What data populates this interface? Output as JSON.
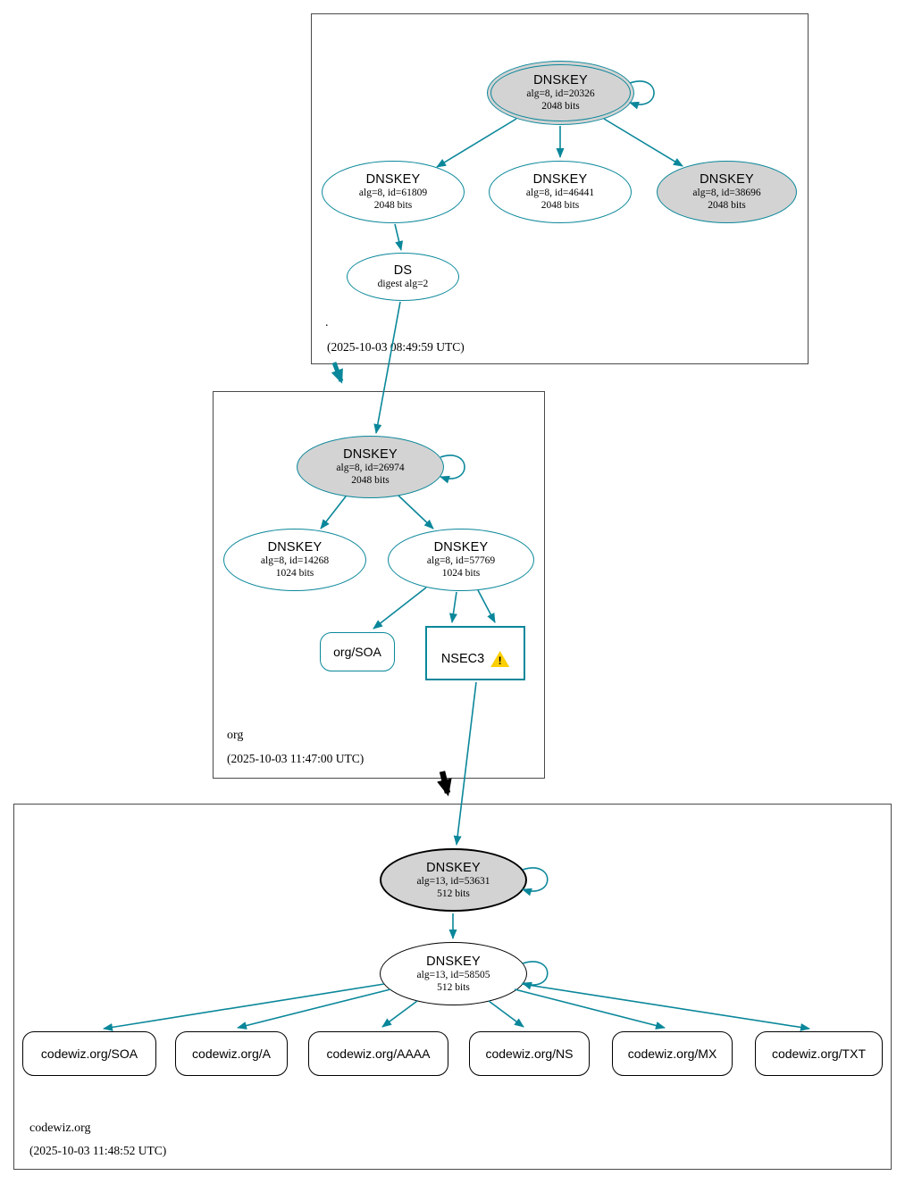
{
  "colors": {
    "secure_teal": "#0a879a",
    "node_fill_gray": "#d3d3d3",
    "insecure_black": "#000000",
    "warning_yellow": "#fccf03",
    "background": "#ffffff"
  },
  "zones": {
    "root": {
      "label": ".",
      "timestamp": "(2025-10-03 08:49:59 UTC)",
      "ksk": {
        "title": "DNSKEY",
        "alg": "alg=8, id=20326",
        "bits": "2048 bits"
      },
      "zsk_left": {
        "title": "DNSKEY",
        "alg": "alg=8, id=61809",
        "bits": "2048 bits"
      },
      "zsk_mid": {
        "title": "DNSKEY",
        "alg": "alg=8, id=46441",
        "bits": "2048 bits"
      },
      "zsk_right": {
        "title": "DNSKEY",
        "alg": "alg=8, id=38696",
        "bits": "2048 bits"
      },
      "ds": {
        "title": "DS",
        "detail": "digest alg=2"
      }
    },
    "org": {
      "label": "org",
      "timestamp": "(2025-10-03 11:47:00 UTC)",
      "ksk": {
        "title": "DNSKEY",
        "alg": "alg=8, id=26974",
        "bits": "2048 bits"
      },
      "zsk_left": {
        "title": "DNSKEY",
        "alg": "alg=8, id=14268",
        "bits": "1024 bits"
      },
      "zsk_right": {
        "title": "DNSKEY",
        "alg": "alg=8, id=57769",
        "bits": "1024 bits"
      },
      "soa": {
        "label": "org/SOA"
      },
      "nsec3": {
        "label": "NSEC3",
        "warning": "!"
      }
    },
    "codewiz": {
      "label": "codewiz.org",
      "timestamp": "(2025-10-03 11:48:52 UTC)",
      "ksk": {
        "title": "DNSKEY",
        "alg": "alg=13, id=53631",
        "bits": "512 bits"
      },
      "zsk": {
        "title": "DNSKEY",
        "alg": "alg=13, id=58505",
        "bits": "512 bits"
      },
      "records": [
        {
          "label": "codewiz.org/SOA"
        },
        {
          "label": "codewiz.org/A"
        },
        {
          "label": "codewiz.org/AAAA"
        },
        {
          "label": "codewiz.org/NS"
        },
        {
          "label": "codewiz.org/MX"
        },
        {
          "label": "codewiz.org/TXT"
        }
      ]
    }
  },
  "edges": {
    "root": [
      "ksk->ksk (self)",
      "ksk->zsk_left",
      "ksk->zsk_mid",
      "ksk->zsk_right",
      "zsk_left->ds",
      "ds->org.ksk",
      "root->org delegation (secure)"
    ],
    "org": [
      "ksk->ksk (self)",
      "ksk->zsk_left",
      "ksk->zsk_right",
      "zsk_right->soa",
      "zsk_right->nsec3 (x2)",
      "nsec3->codewiz.ksk",
      "org->codewiz delegation (insecure/black)"
    ],
    "codewiz": [
      "ksk->ksk (self)",
      "ksk->zsk",
      "zsk->zsk (self)",
      "zsk->SOA",
      "zsk->A",
      "zsk->AAAA",
      "zsk->NS",
      "zsk->MX",
      "zsk->TXT"
    ]
  }
}
